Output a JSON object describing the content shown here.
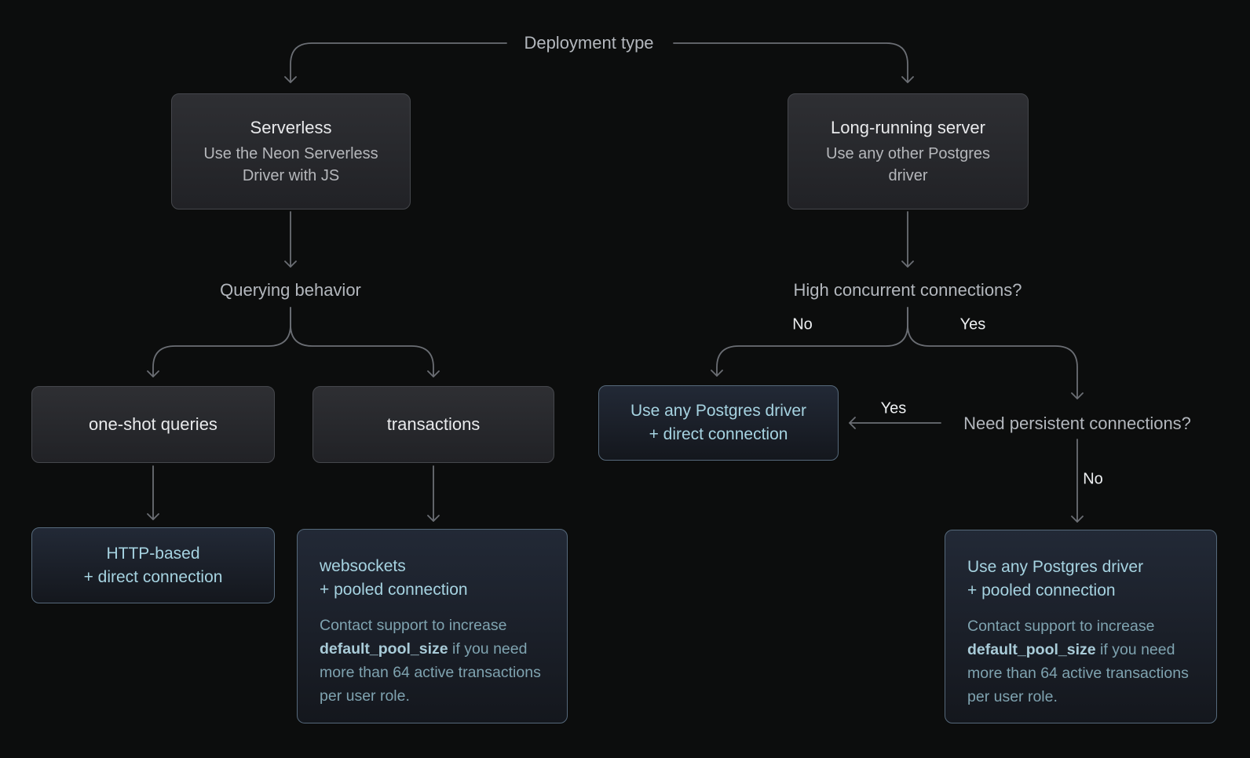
{
  "labels": {
    "deployment_type": "Deployment type",
    "querying_behavior": "Querying behavior",
    "high_concurrent": "High concurrent connections?",
    "need_persistent": "Need persistent connections?",
    "high_concurrent_no": "No",
    "high_concurrent_yes": "Yes",
    "persistent_yes": "Yes",
    "persistent_no": "No"
  },
  "nodes": {
    "serverless": {
      "title": "Serverless",
      "subtitle": "Use the Neon Serverless\nDriver with JS"
    },
    "long_running": {
      "title": "Long-running server",
      "subtitle": "Use any other Postgres\ndriver"
    },
    "one_shot": {
      "title": "one-shot queries"
    },
    "transactions": {
      "title": "transactions"
    },
    "http_direct": {
      "title": "HTTP-based\n+ direct connection"
    },
    "websockets_pooled": {
      "title": "websockets\n+ pooled connection",
      "note_pre": "Contact support to increase ",
      "note_bold": "default_pool_size",
      "note_post": " if you need more than 64 active transactions per user role."
    },
    "any_driver_direct": {
      "title": "Use any Postgres driver\n+ direct connection"
    },
    "any_driver_pooled": {
      "title": "Use any Postgres driver\n+ pooled connection",
      "note_pre": "Contact support to increase ",
      "note_bold": "default_pool_size",
      "note_post": " if you need more than 64 active transactions per user role."
    }
  },
  "colors": {
    "background": "#0c0d0d",
    "line": "#6b6e74",
    "label_text": "#b3b7bd",
    "branch_label_text": "#edeff1",
    "box_title": "#e9eaec",
    "box_subtitle": "#b5b7bb",
    "gray_box_top": "#2e2f33",
    "gray_box_bottom": "#212226",
    "gray_border": "#45474c",
    "accent_box_top": "#222936",
    "accent_box_bottom": "#14171d",
    "accent_border": "#56697b",
    "accent_text": "#a6d3e1",
    "note_text": "#7fa3b0",
    "note_bold": "#a9cbd8"
  }
}
